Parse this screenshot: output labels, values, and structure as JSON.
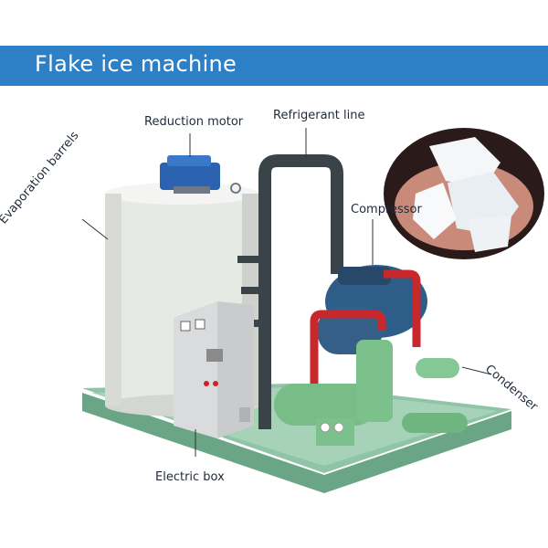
{
  "banner": {
    "title": "Flake ice machine"
  },
  "labels": {
    "reduction_motor": "Reduction motor",
    "refrigerant_line": "Refrigerant line",
    "compressor": "Compressor",
    "evaporation_barrels": "Evaporation barrels",
    "condenser": "Condenser",
    "electric_box": "Electric box"
  },
  "colors": {
    "banner": "#2e80c6",
    "base_frame": "#7fb89a",
    "barrel": "#eceee9",
    "pipe_dark": "#3a4448",
    "pipe_red": "#c8282c",
    "compressor": "#2f5d8a",
    "condenser": "#7cc18b"
  }
}
